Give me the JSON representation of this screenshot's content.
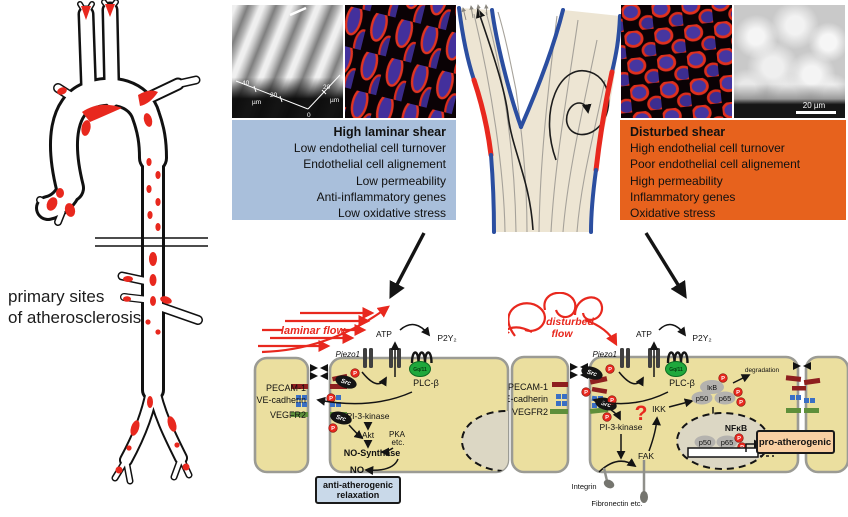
{
  "aorta": {
    "caption_line1": "primary sites",
    "caption_line2": "of atherosclerosis"
  },
  "micrographs": {
    "laminar_sem_axis": {
      "a40": "40",
      "a20": "20",
      "aum": "µm",
      "zero": "0",
      "b20": "20",
      "bum": "µm"
    },
    "disturbed_sem_scale": "20 µm"
  },
  "shear_boxes": {
    "laminar": {
      "title": "High laminar shear",
      "lines": [
        "Low endothelial cell turnover",
        "Endothelial cell alignement",
        "Low permeability",
        "Anti-inflammatory genes",
        "Low oxidative stress"
      ]
    },
    "disturbed": {
      "title": "Disturbed shear",
      "lines": [
        "High endothelial cell turnover",
        "Poor endothelial cell alignement",
        "High permeability",
        "Inflammatory genes",
        "Oxidative stress"
      ]
    }
  },
  "pathway_laminar": {
    "flow": "laminar flow",
    "atp": "ATP",
    "p2y2": "P2Y₂",
    "piezo1": "Piezo1",
    "g_protein": "Gq/11",
    "plc": "PLC-β",
    "pecam": "PECAM-1",
    "ve_cadherin": "VE-cadherin",
    "vegfr2": "VEGFR2",
    "src": "Src",
    "phospho": "P",
    "pi3k": "PI-3-kinase",
    "akt": "Akt",
    "pka1": "PKA",
    "pka2": "etc.",
    "nos": "NO-Synthase",
    "no": "NO",
    "outcome1": "anti-atherogenic",
    "outcome2": "relaxation"
  },
  "pathway_disturbed": {
    "flow1": "disturbed",
    "flow2": "flow",
    "atp": "ATP",
    "p2y2": "P2Y₂",
    "piezo1": "Piezo1",
    "g_protein": "Gq/11",
    "plc": "PLC-β",
    "pecam": "PECAM-1",
    "ve_cadherin": "VE-cadherin",
    "vegfr2": "VEGFR2",
    "src": "Src",
    "phospho": "P",
    "question": "?",
    "pi3k": "PI-3-kinase",
    "ikk": "IKK",
    "fak": "FAK",
    "integrin": "Integrin",
    "fibronectin": "Fibronectin etc.",
    "ikb": "IκB",
    "p50": "p50",
    "p65": "p65",
    "degradation": "degradation",
    "nfkb": "NFκB",
    "outcome": "pro-atherogenic"
  },
  "colors": {
    "accent_red": "#e8281e",
    "laminar_box_bg": "#a9bfdb",
    "disturbed_box_bg": "#e7621d",
    "cell_fill": "#ebdf9f",
    "nucleus_fill": "#dcd7c4",
    "outcome_laminar_bg": "#c9d9e9",
    "outcome_disturbed_bg": "#f9cfa2",
    "vessel_wall_blue": "#2b4ea0",
    "pecam_color": "#8e1f1f",
    "ve_cadherin_color": "#3a6fc4",
    "vegfr2_color": "#5e8f3a",
    "g_protein_color": "#1fa83c"
  }
}
